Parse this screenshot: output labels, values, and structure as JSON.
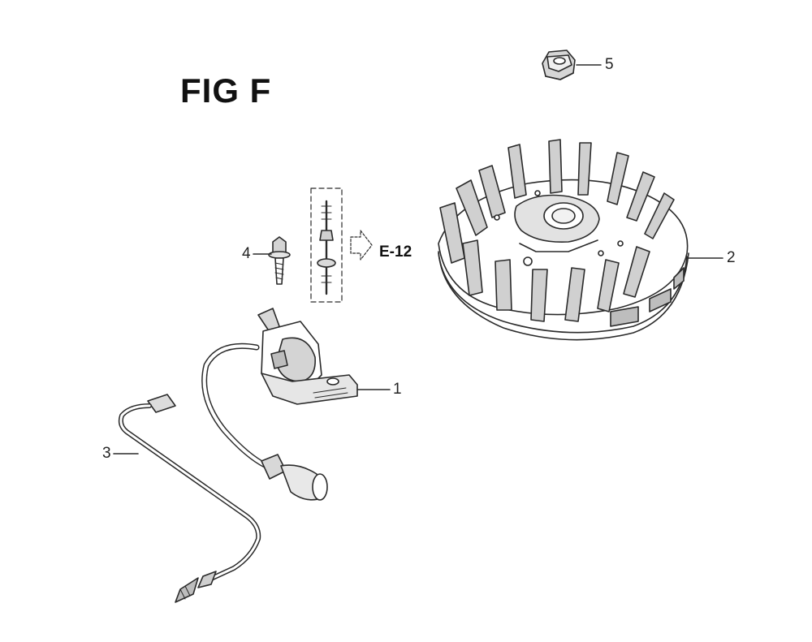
{
  "figure": {
    "title": "FIG F",
    "reference_label": "E-12"
  },
  "parts": [
    {
      "id": "ignition-coil",
      "number": "1"
    },
    {
      "id": "flywheel",
      "number": "2"
    },
    {
      "id": "stop-wire",
      "number": "3"
    },
    {
      "id": "flange-bolt",
      "number": "4"
    },
    {
      "id": "flywheel-nut",
      "number": "5"
    }
  ],
  "colors": {
    "line": "#2a2a2a",
    "shade": "#c9c9c9",
    "background": "#ffffff"
  }
}
